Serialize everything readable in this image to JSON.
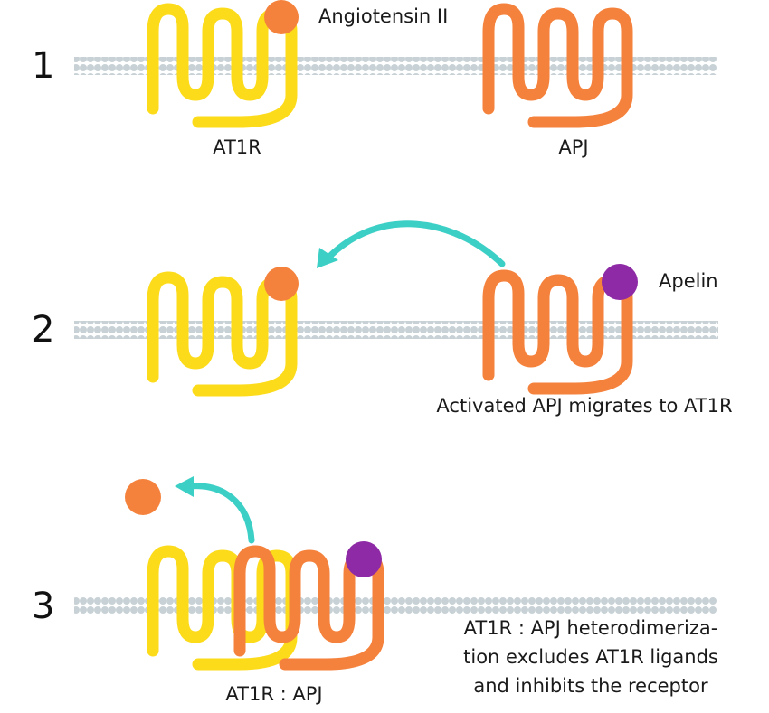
{
  "colors": {
    "at1r": "#FCDB1B",
    "apj": "#F5823C",
    "angiotensin": "#F5823C",
    "apelin": "#8E2AA6",
    "arrow": "#3CCFC6",
    "membrane": "#C8D2D6",
    "text": "#1a1a1a"
  },
  "panels": [
    {
      "number": "1",
      "labels": {
        "angiotensin": "Angiotensin II",
        "at1r": "AT1R",
        "apj": "APJ"
      }
    },
    {
      "number": "2",
      "labels": {
        "apelin": "Apelin",
        "caption": "Activated APJ migrates to AT1R"
      }
    },
    {
      "number": "3",
      "labels": {
        "complex": "AT1R : APJ",
        "caption": [
          "AT1R : APJ heterodimeriza-",
          "tion excludes AT1R ligands",
          "and inhibits the receptor"
        ]
      }
    }
  ]
}
